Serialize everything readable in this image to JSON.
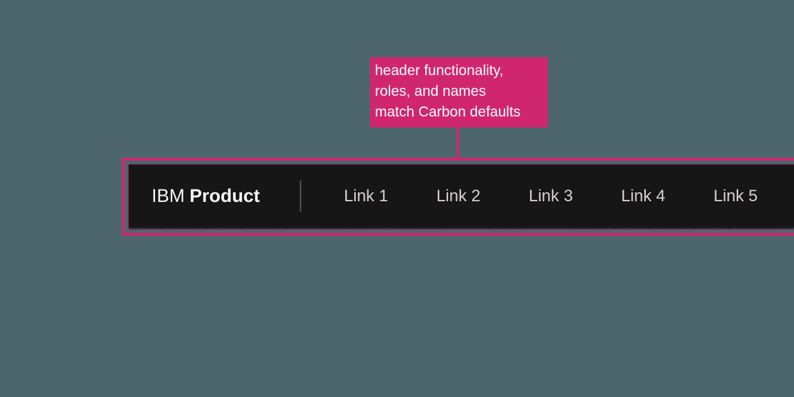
{
  "annotation": {
    "lines": [
      "header functionality,",
      "roles, and names",
      "match Carbon defaults"
    ]
  },
  "header": {
    "brand_prefix": "IBM",
    "brand_name": "Product",
    "nav_links": [
      "Link 1",
      "Link 2",
      "Link 3",
      "Link 4",
      "Link 5"
    ]
  },
  "colors": {
    "page_background": "#4d666e",
    "annotation_magenta": "#d02670",
    "annotation_outline_dark": "#7d2048",
    "header_background": "#161616",
    "brand_text": "#f4f4f4",
    "link_text": "#d8d0d5",
    "divider_gray": "#515151"
  }
}
